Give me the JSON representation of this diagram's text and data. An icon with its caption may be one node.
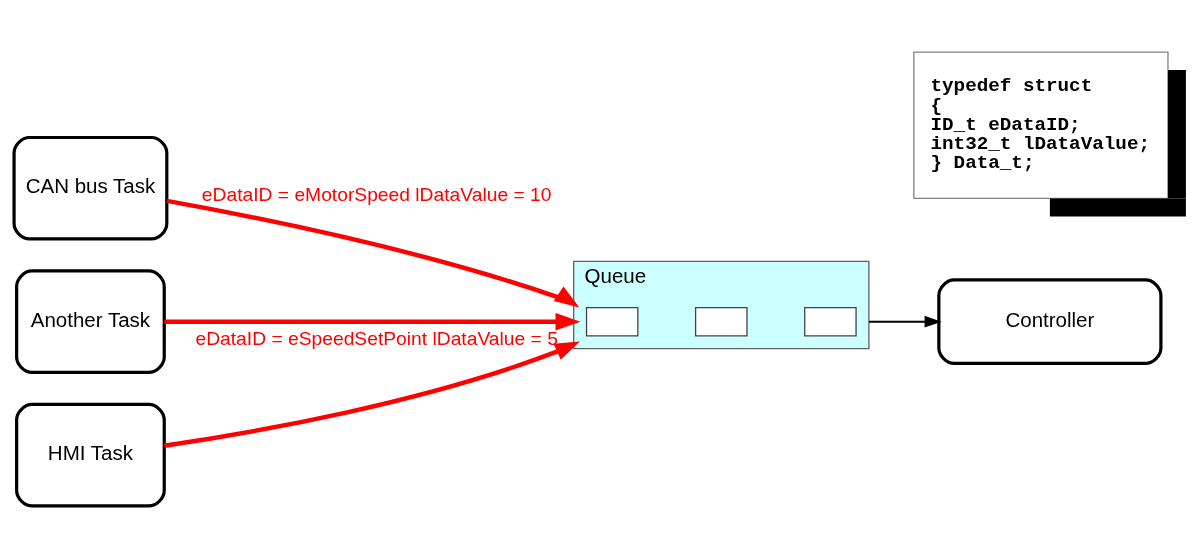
{
  "diagram": {
    "nodes": [
      {
        "text": [
          "typedef struct",
          "{",
          "ID_t eDataID;",
          "int32_t lDataValue;",
          "} Data_t;"
        ]
      },
      {
        "text": [
          "CAN bus Task"
        ]
      },
      {
        "text": [
          "Another Task"
        ]
      },
      {
        "text": [
          "HMI Task"
        ]
      },
      {
        "text": [
          "Queue"
        ]
      },
      {
        "text": [],
        "shape": "box",
        "in": 4
      },
      {
        "text": [],
        "shape": "box",
        "in": 4
      },
      {
        "text": [],
        "shape": "box",
        "in": 4
      },
      {
        "text": [
          "Controller"
        ]
      }
    ],
    "edges": [
      {
        "from": 1,
        "to": 4,
        "arrow": "to",
        "label": "eDataID = eMotorSpeed lDataValue = 10",
        "color": "#ff0000"
      },
      {
        "from": 2,
        "to": 4,
        "arrow": "to",
        "color": "#ff0000"
      },
      {
        "from": 3,
        "to": 4,
        "arrow": "to",
        "label": "eDataID = eSpeedSetPoint lDataValue = 5",
        "color": "#ff0000"
      },
      {
        "from": 4,
        "to": 8,
        "arrow": "to",
        "color": "#000000"
      }
    ]
  }
}
